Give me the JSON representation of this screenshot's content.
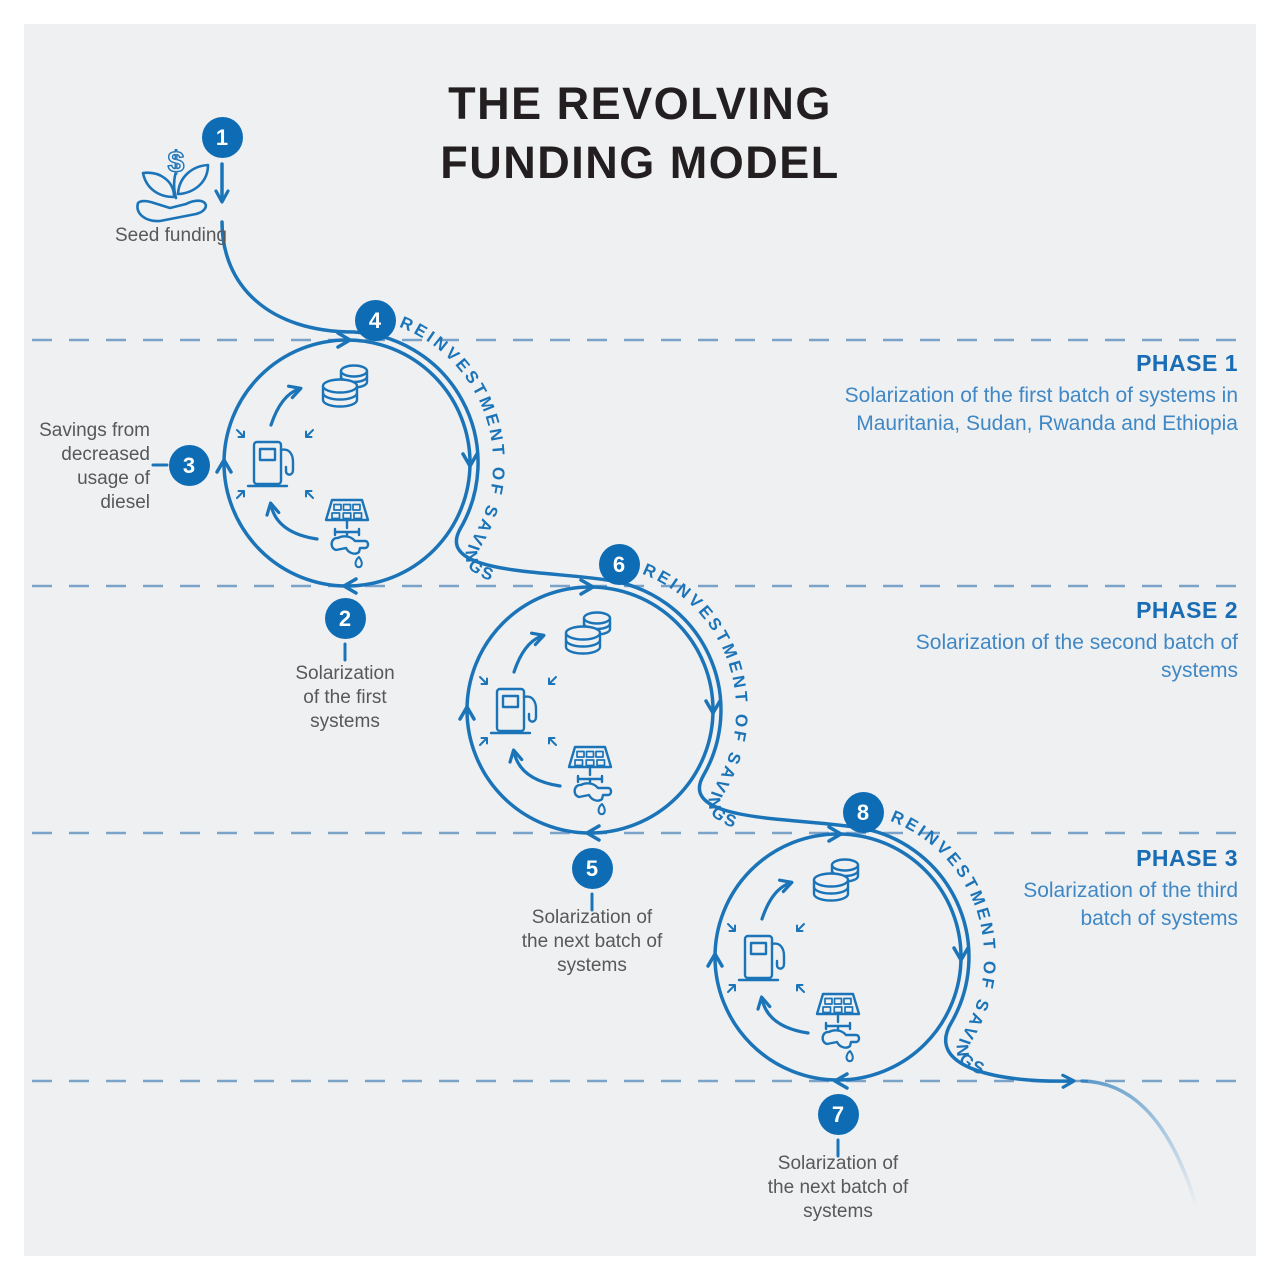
{
  "title": {
    "line1": "THE REVOLVING",
    "line2": "FUNDING MODEL"
  },
  "flow_label": "REINVESTMENT OF SAVINGS",
  "steps": {
    "s1": {
      "number": "1",
      "label": "Seed funding"
    },
    "s2": {
      "number": "2",
      "label": "Solarization of the first systems"
    },
    "s3": {
      "number": "3",
      "label": "Savings from decreased usage of diesel"
    },
    "s4": {
      "number": "4"
    },
    "s5": {
      "number": "5",
      "label": "Solarization of the next batch of systems"
    },
    "s6": {
      "number": "6"
    },
    "s7": {
      "number": "7",
      "label": "Solarization of the next batch of systems"
    },
    "s8": {
      "number": "8"
    }
  },
  "phases": [
    {
      "name": "PHASE 1",
      "description": "Solarization of the first batch of systems in Mauritania, Sudan, Rwanda and Ethiopia"
    },
    {
      "name": "PHASE 2",
      "description": "Solarization of the second batch of systems"
    },
    {
      "name": "PHASE 3",
      "description": "Solarization of the third batch of systems"
    }
  ],
  "icons": {
    "dollar_sign": "$",
    "seed": "seed-funding-icon",
    "coins": "coins-icon",
    "fuel": "fuel-pump-icon",
    "solar": "solar-water-pump-icon"
  },
  "colors": {
    "line_blue": "#1b74b8",
    "badge_blue": "#0d6cb4",
    "dash_blue": "#5f8fc0",
    "phase_heading": "#1a6db4",
    "phase_body": "#3f88c5",
    "label_gray": "#57585a",
    "panel_bg": "#eff0f2",
    "title_black": "#231f20"
  }
}
